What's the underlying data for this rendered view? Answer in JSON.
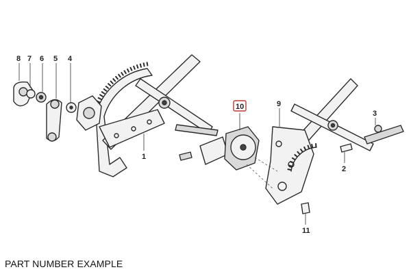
{
  "caption": "PART NUMBER EXAMPLE",
  "highlight_color": "#c0392b",
  "callouts": {
    "p1": "1",
    "p2": "2",
    "p3": "3",
    "p4": "4",
    "p5": "5",
    "p6": "6",
    "p7": "7",
    "p8": "8",
    "p9": "9",
    "p10": "10",
    "p11": "11"
  }
}
